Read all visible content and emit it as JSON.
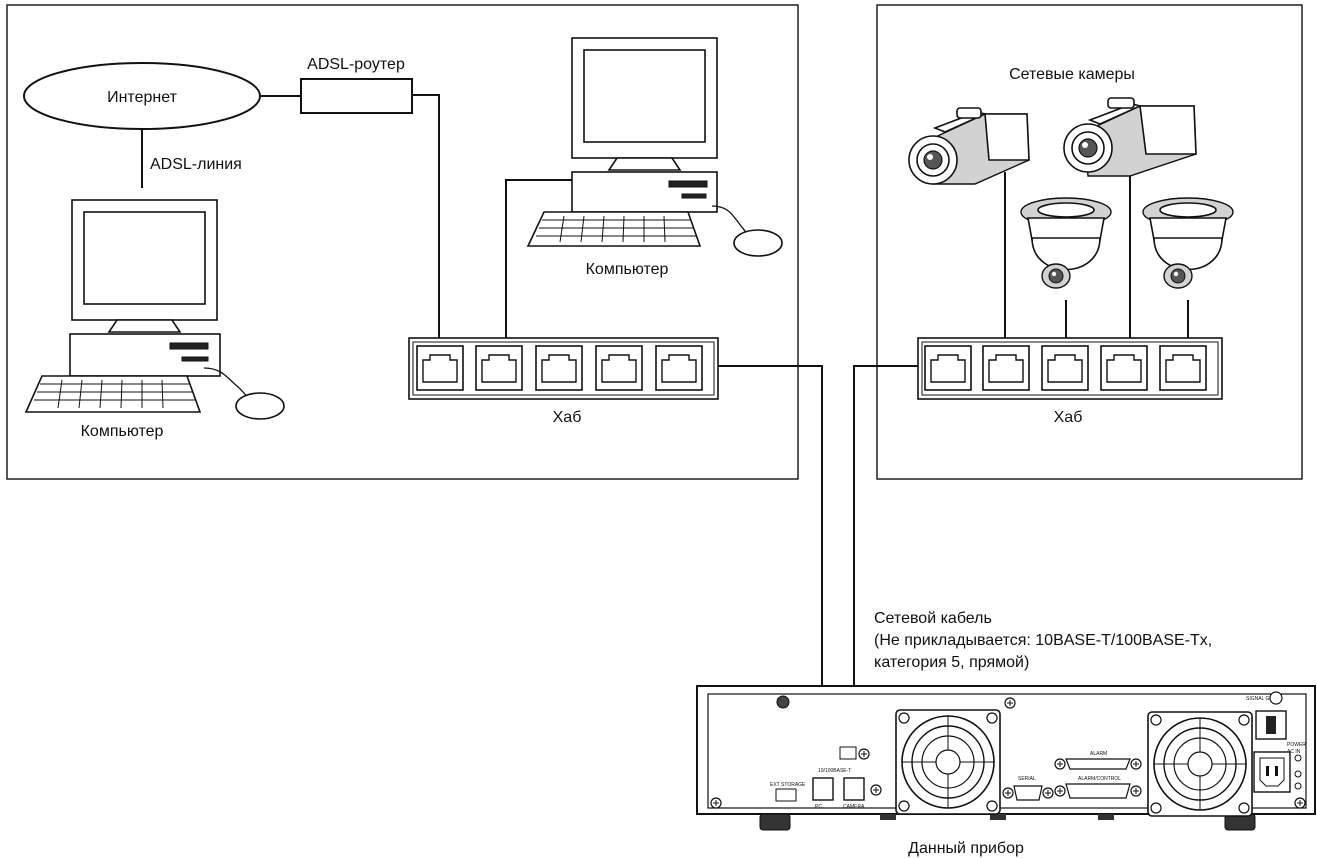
{
  "labels": {
    "internet": "Интернет",
    "adsl_router": "ADSL-роутер",
    "adsl_line": "ADSL-линия",
    "computer_left": "Компьютер",
    "computer_right": "Компьютер",
    "hub_left": "Хаб",
    "hub_right": "Хаб",
    "network_cameras": "Сетевые камеры",
    "cable_line1": "Сетевой кабель",
    "cable_line2": "(Не прикладывается: 10BASE-T/100BASE-Tx,",
    "cable_line3": "категория 5, прямой)",
    "device": "Данный прибор"
  },
  "device_panel": {
    "ext_storage": "EXT STORAGE",
    "base_label": "10/100BASE-T",
    "pc": "PC",
    "camera": "CAMERA",
    "serial": "SERIAL",
    "alarm": "ALARM",
    "alarm_control": "ALARM/CONTROL",
    "signal_gnd": "SIGNAL GND",
    "power": "POWER",
    "ac_in": "AC IN"
  }
}
